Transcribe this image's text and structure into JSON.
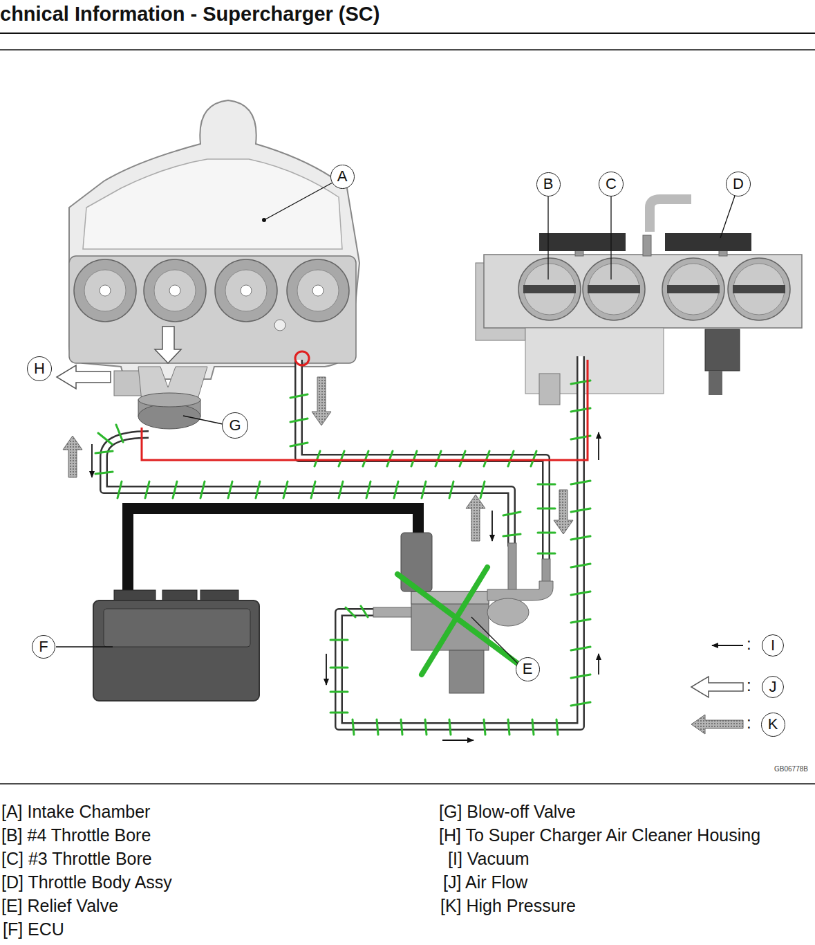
{
  "diagram": {
    "title": "chnical Information - Supercharger (SC)",
    "nodes": [
      {
        "text": [
          "A"
        ]
      },
      {
        "text": [
          "B"
        ]
      },
      {
        "text": [
          "C"
        ]
      },
      {
        "text": [
          "D"
        ]
      },
      {
        "text": [
          "H"
        ]
      },
      {
        "text": [
          "G"
        ]
      },
      {
        "text": [
          "F"
        ]
      },
      {
        "text": [
          "E"
        ]
      }
    ],
    "labels": [
      ":",
      ":",
      ":",
      "[A] Intake Chamber",
      "[B] #4 Throttle Bore",
      "[C] #3 Throttle Bore",
      "[D] Throttle Body Assy",
      "[E] Relief Valve",
      "[F] ECU",
      "[G] Blow-off Valve",
      "[H] To Super Charger Air Cleaner Housing",
      "[I] Vacuum",
      "[J] Air Flow",
      "[K] High Pressure",
      "GB06778B"
    ],
    "legend": [
      {
        "text": "I"
      },
      {
        "text": "J"
      },
      {
        "text": "K"
      }
    ]
  }
}
